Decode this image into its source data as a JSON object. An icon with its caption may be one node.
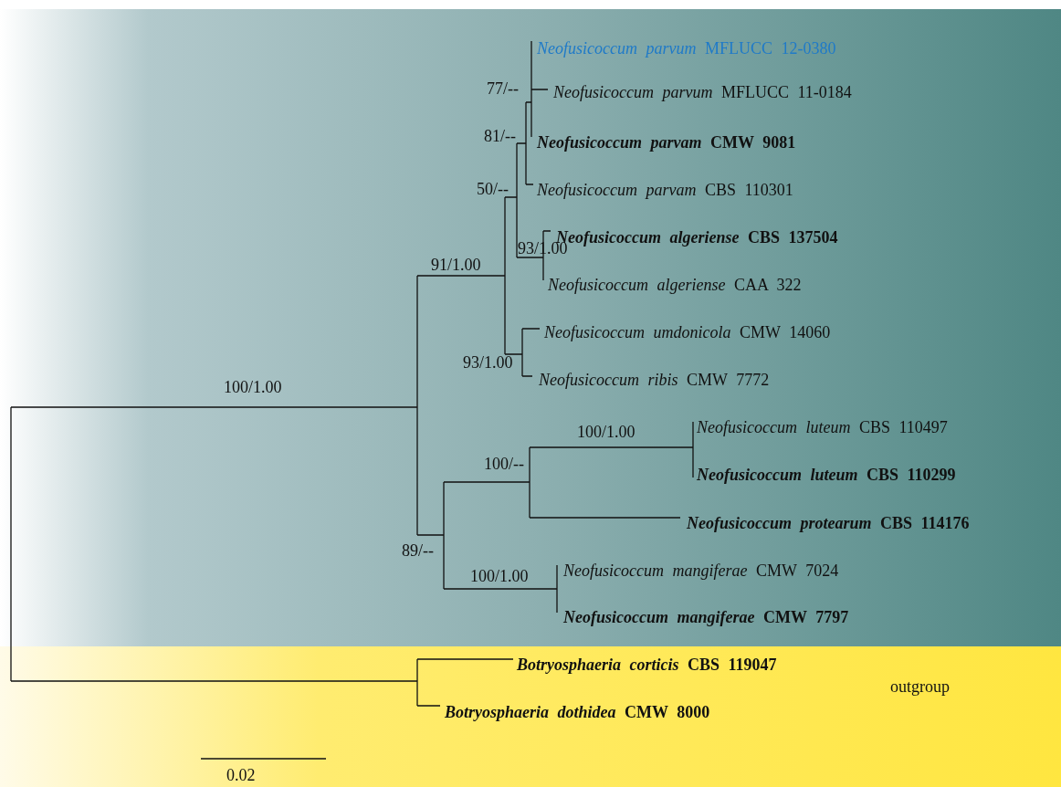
{
  "diagram": {
    "labels": [
      "*Neofusicoccum parvum* MFLUCC 12-0380",
      "*Neofusicoccum parvum* MFLUCC 11-0184",
      "*Neofusicoccum parvam* CMW 9081",
      "*Neofusicoccum parvam* CBS 110301",
      "*Neofusicoccum algeriense* CBS 137504",
      "*Neofusicoccum algeriense* CAA 322",
      "*Neofusicoccum umdonicola* CMW 14060",
      "*Neofusicoccum ribis* CMW 7772",
      "*Neofusicoccum luteum* CBS 110497",
      "*Neofusicoccum luteum* CBS 110299",
      "*Neofusicoccum protearum* CBS 114176",
      "*Neofusicoccum mangiferae* CMW 7024",
      "*Neofusicoccum mangiferae* CMW 7797",
      "*Botryosphaeria corticis* CBS 119047",
      "*Botryosphaeria dothidea* CMW 8000",
      "77/--",
      "81/--",
      "50/--",
      "93/1.00",
      "91/1.00",
      "93/1.00",
      "100/1.00",
      "100/1.00",
      "100/--",
      "89/--",
      "100/1.00",
      "outgroup",
      "0.02"
    ]
  }
}
